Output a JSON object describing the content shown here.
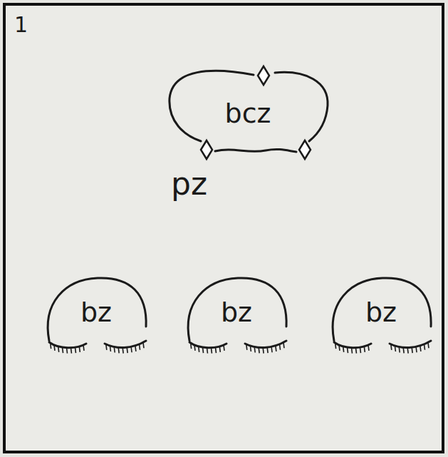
{
  "diagram": {
    "nodes": [
      {
        "text": [
          "bcz"
        ]
      },
      {
        "text": [
          "bz"
        ]
      },
      {
        "text": [
          "bz"
        ]
      },
      {
        "text": [
          "bz"
        ]
      }
    ],
    "labels": [
      "1",
      "pz"
    ]
  }
}
